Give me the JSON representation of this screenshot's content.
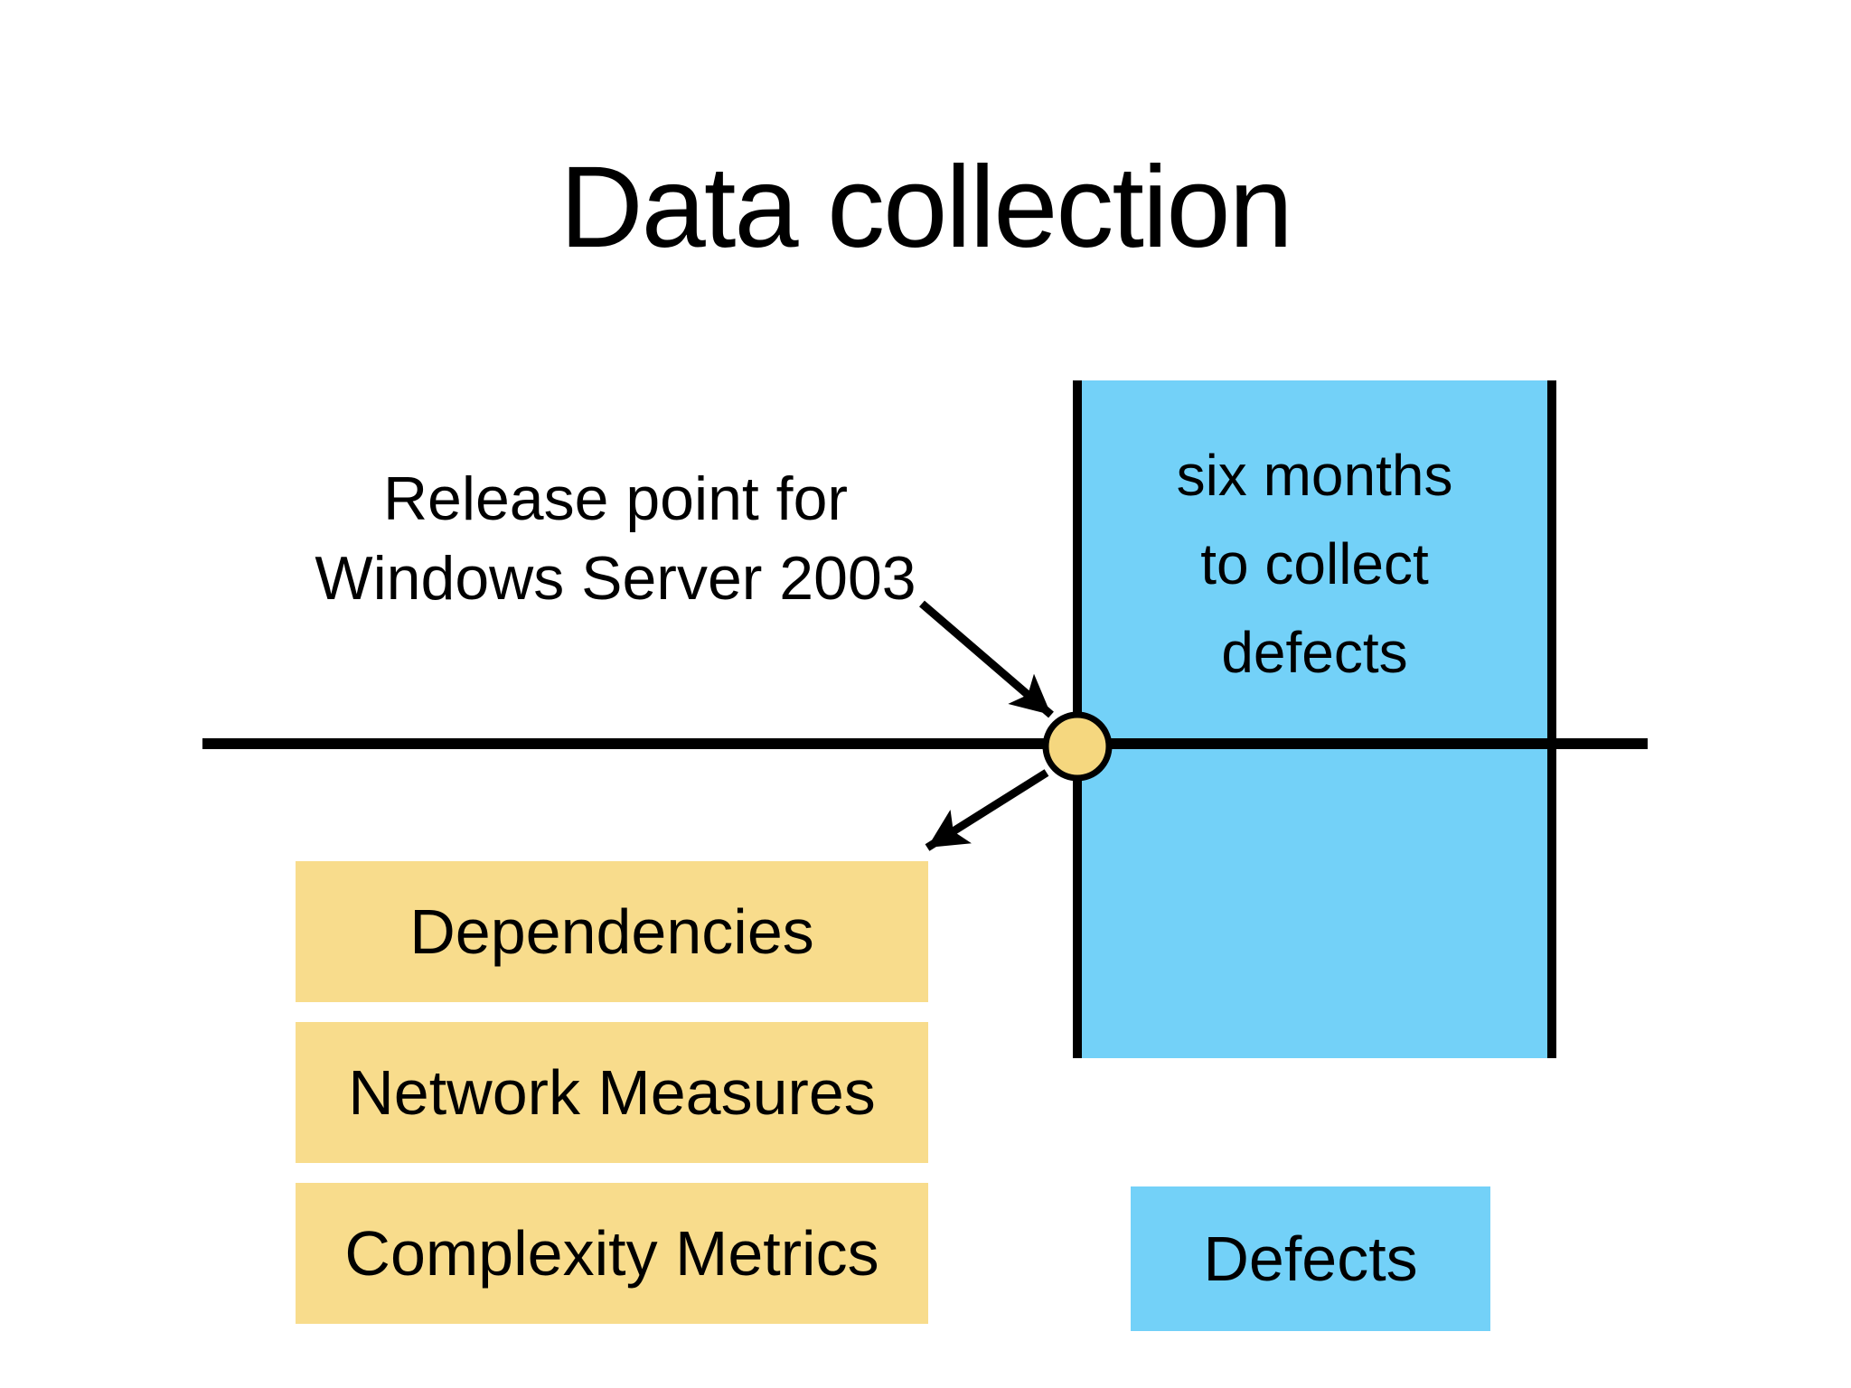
{
  "title": "Data collection",
  "annotation": {
    "line1": "Release point for",
    "line2": "Windows Server 2003"
  },
  "period_box": {
    "lines": [
      "six months",
      "to collect",
      "defects"
    ]
  },
  "metric_boxes": [
    {
      "label": "Dependencies"
    },
    {
      "label": "Network Measures"
    },
    {
      "label": "Complexity Metrics"
    }
  ],
  "defects_box": {
    "label": "Defects"
  },
  "icons": {
    "release_point_dot": "yellow-circle-marker",
    "release_arrow": "arrow-down-right",
    "collect_arrow": "arrow-down-left"
  },
  "colors": {
    "background": "#FFFFFF",
    "line_black": "#000000",
    "box_blue": "#73D1F8",
    "box_yellow": "#F8DC8C",
    "marker_yellow": "#F5D77F"
  }
}
